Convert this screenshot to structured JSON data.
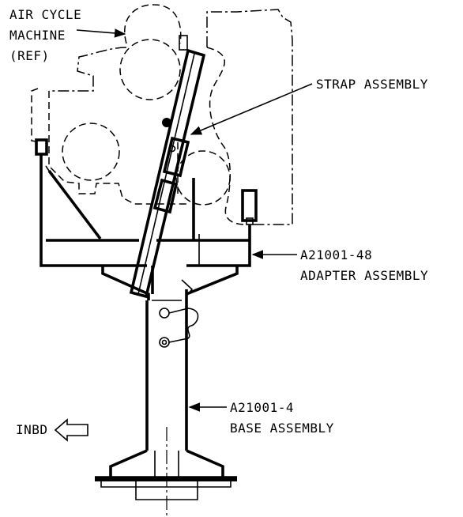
{
  "callouts": {
    "air_cycle_machine": [
      "AIR CYCLE",
      "MACHINE",
      "(REF)"
    ],
    "strap_assembly": "STRAP ASSEMBLY",
    "adapter_part": "A21001-48",
    "adapter_name": "ADAPTER ASSEMBLY",
    "base_part": "A21001-4",
    "base_name": "BASE ASSEMBLY",
    "direction": "INBD"
  },
  "icons": {
    "direction_arrow": "left-arrow-icon"
  }
}
